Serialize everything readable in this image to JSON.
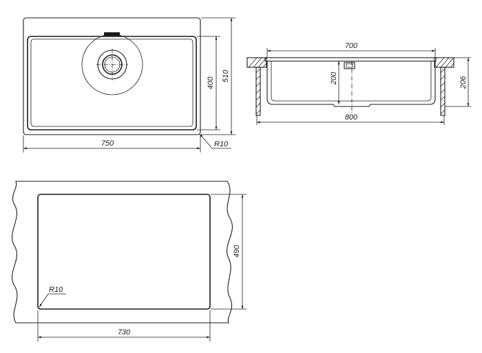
{
  "top_view": {
    "width_label": "750",
    "height_label": "510",
    "bowl_height_label": "400",
    "radius_label": "R10"
  },
  "section_view": {
    "bowl_width_label": "700",
    "outer_width_label": "800",
    "depth_label": "200",
    "height_label": "206"
  },
  "cutout_view": {
    "width_label": "730",
    "height_label": "490",
    "radius_label": "R10"
  }
}
